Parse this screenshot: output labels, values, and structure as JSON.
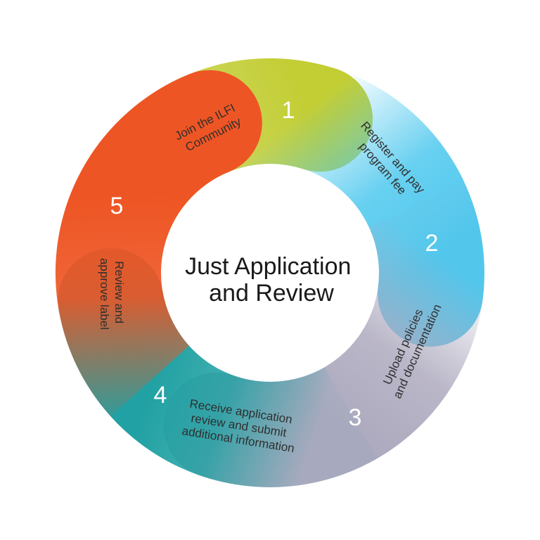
{
  "title": {
    "line1": "Just Application",
    "line2": "and Review"
  },
  "steps": [
    {
      "number": "1",
      "label_lines": [
        "Join the ILFI",
        "Community"
      ],
      "color": "#C9CE2B"
    },
    {
      "number": "2",
      "label_lines": [
        "Register and pay",
        "program fee"
      ],
      "color": "#4EC8EE"
    },
    {
      "number": "3",
      "label_lines": [
        "Upload policies",
        "and documentation"
      ],
      "color": "#AEAABF"
    },
    {
      "number": "4",
      "label_lines": [
        "Receive application",
        "review and submit",
        "additional information"
      ],
      "color": "#21A1A3"
    },
    {
      "number": "5",
      "label_lines": [
        "Review and",
        "approve label"
      ],
      "color": "#EE5524"
    }
  ]
}
